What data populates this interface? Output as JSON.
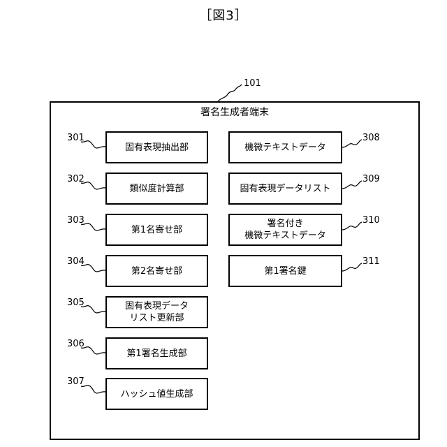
{
  "figure_label": "［図3］",
  "terminal": {
    "ref": "101",
    "title": "署名生成者端末"
  },
  "left_components": [
    {
      "ref": "301",
      "lines": [
        "固有表現抽出部"
      ]
    },
    {
      "ref": "302",
      "lines": [
        "類似度計算部"
      ]
    },
    {
      "ref": "303",
      "lines": [
        "第1名寄せ部"
      ]
    },
    {
      "ref": "304",
      "lines": [
        "第2名寄せ部"
      ]
    },
    {
      "ref": "305",
      "lines": [
        "固有表現データ",
        "リスト更新部"
      ]
    },
    {
      "ref": "306",
      "lines": [
        "第1署名生成部"
      ]
    },
    {
      "ref": "307",
      "lines": [
        "ハッシュ値生成部"
      ]
    }
  ],
  "right_components": [
    {
      "ref": "308",
      "lines": [
        "機微テキストデータ"
      ]
    },
    {
      "ref": "309",
      "lines": [
        "固有表現データリスト"
      ]
    },
    {
      "ref": "310",
      "lines": [
        "署名付き",
        "機微テキストデータ"
      ]
    },
    {
      "ref": "311",
      "lines": [
        "第1署名鍵"
      ]
    }
  ]
}
